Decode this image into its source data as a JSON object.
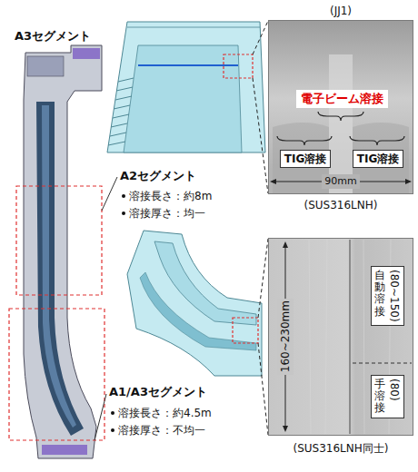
{
  "diagram": {
    "nodes": [
      {
        "text": [
          "(JJ1)"
        ]
      },
      {
        "text": [
          "電子ビーム溶接"
        ],
        "in": 0
      },
      {
        "text": [
          "TIG溶接"
        ],
        "in": 0
      },
      {
        "text": [
          "TIG溶接"
        ],
        "in": 0
      },
      {
        "text": [
          "160~230mm"
        ]
      },
      {
        "text": [
          "自動溶接",
          "(80~150)"
        ],
        "in": 4
      },
      {
        "text": [
          "手溶接",
          "(80)"
        ],
        "in": 4
      }
    ],
    "labels": [
      "A3セグメント",
      "A2セグメント",
      "溶接長さ：約8m",
      "溶接厚さ：均一",
      "A1/A3セグメント",
      "溶接長さ：約4.5m",
      "溶接厚さ：不均一",
      "90mm",
      "(SUS316LNH)",
      "(SUS316LNH同士)"
    ]
  }
}
